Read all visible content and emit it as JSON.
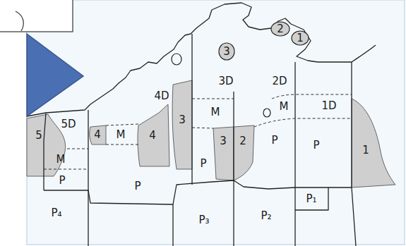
{
  "diagram": {
    "labels": [
      "2",
      "1",
      "3",
      "3D",
      "2D",
      "4D",
      "1D",
      "M",
      "M",
      "3",
      "5D",
      "4",
      "M",
      "4",
      "5",
      "3",
      "2",
      "P",
      "P",
      "1",
      "M",
      "P",
      "P",
      "P",
      "P₁",
      "P₂",
      "P₃",
      "P₄"
    ]
  }
}
